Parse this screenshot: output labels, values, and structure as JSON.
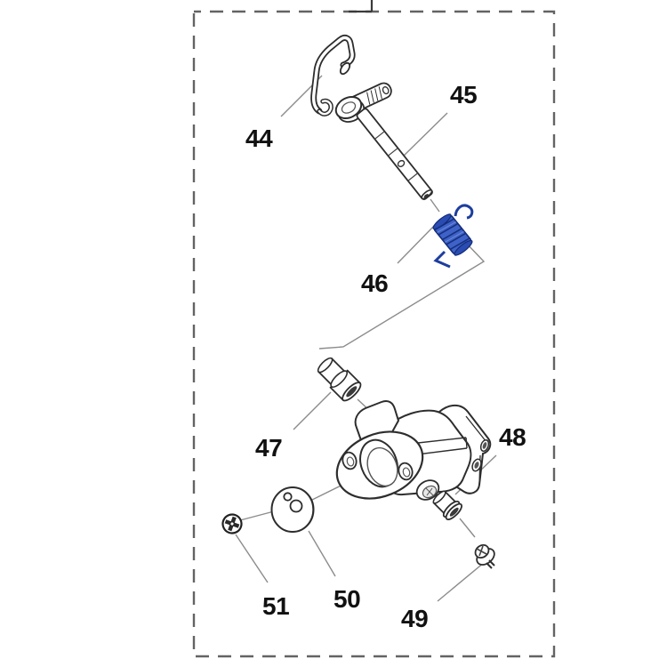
{
  "diagram": {
    "kind": "exploded-parts-diagram",
    "colors": {
      "background": "#ffffff",
      "outline": "#2d2d2d",
      "leader": "#8c8c8c",
      "dashed_border": "#636363",
      "label": "#111111",
      "highlight_fill": "#3f62c8",
      "highlight_dark": "#1d3e9e"
    },
    "parts": [
      {
        "label": "44",
        "highlighted": false
      },
      {
        "label": "45",
        "highlighted": false
      },
      {
        "label": "46",
        "highlighted": true
      },
      {
        "label": "47",
        "highlighted": false
      },
      {
        "label": "48",
        "highlighted": false
      },
      {
        "label": "49",
        "highlighted": false
      },
      {
        "label": "50",
        "highlighted": false
      },
      {
        "label": "51",
        "highlighted": false
      }
    ]
  }
}
